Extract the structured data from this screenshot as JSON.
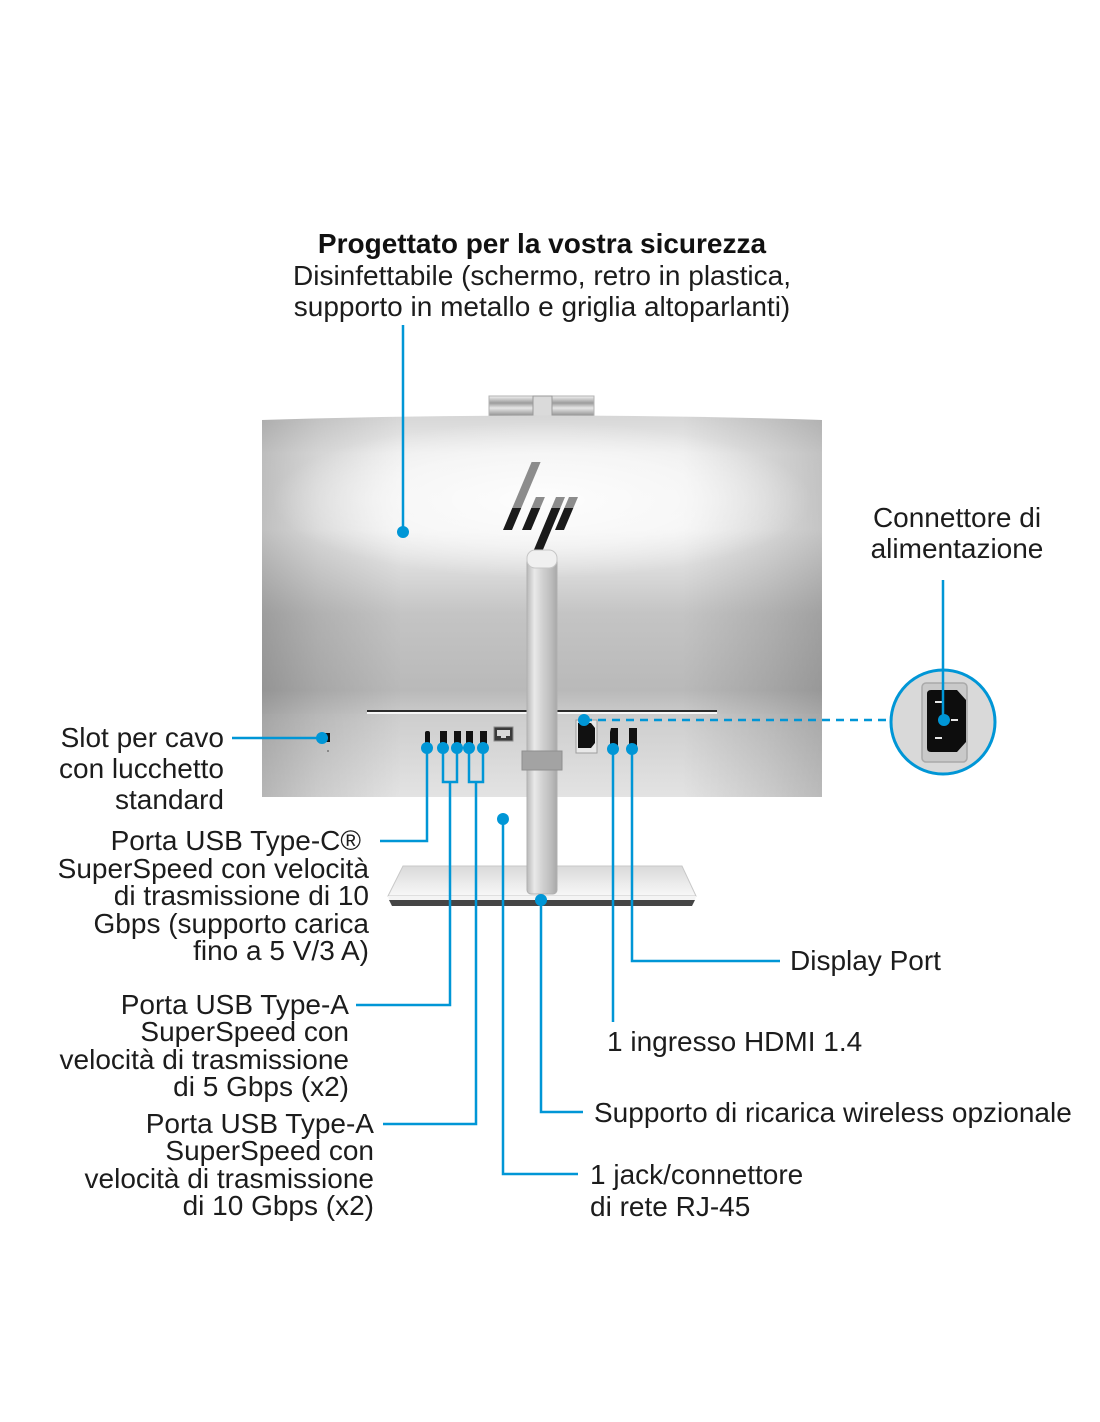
{
  "brand_logo": "hp",
  "colors": {
    "accent": "#0096D6",
    "text": "#1c1c1c"
  },
  "title": {
    "heading": "Progettato per la vostra sicurezza",
    "lines": [
      "Disinfettabile (schermo, retro in plastica,",
      "supporto in metallo e griglia altoparlanti)"
    ]
  },
  "callouts": {
    "power_connector": {
      "lines": [
        "Connettore di",
        "alimentazione"
      ]
    },
    "lock_slot": {
      "lines": [
        "Slot per cavo",
        "con lucchetto",
        "standard"
      ]
    },
    "usb_c": {
      "lines": [
        "Porta USB Type-C®",
        "SuperSpeed con velocità",
        "di trasmissione di 10",
        "Gbps (supporto carica",
        "fino a 5 V/3 A)"
      ]
    },
    "usb_a_5g": {
      "lines": [
        "Porta USB Type-A",
        "SuperSpeed con",
        "velocità di trasmissione",
        "di 5 Gbps (x2)"
      ]
    },
    "usb_a_10g": {
      "lines": [
        "Porta USB Type-A",
        "SuperSpeed con",
        "velocità di trasmissione",
        "di 10 Gbps (x2)"
      ]
    },
    "display_port": {
      "lines": [
        "Display Port"
      ]
    },
    "hdmi": {
      "lines": [
        "1 ingresso HDMI 1.4"
      ]
    },
    "wireless_charging": {
      "lines": [
        "Supporto di ricarica wireless opzionale"
      ]
    },
    "rj45": {
      "lines": [
        "1 jack/connettore",
        "di rete RJ-45"
      ]
    }
  }
}
